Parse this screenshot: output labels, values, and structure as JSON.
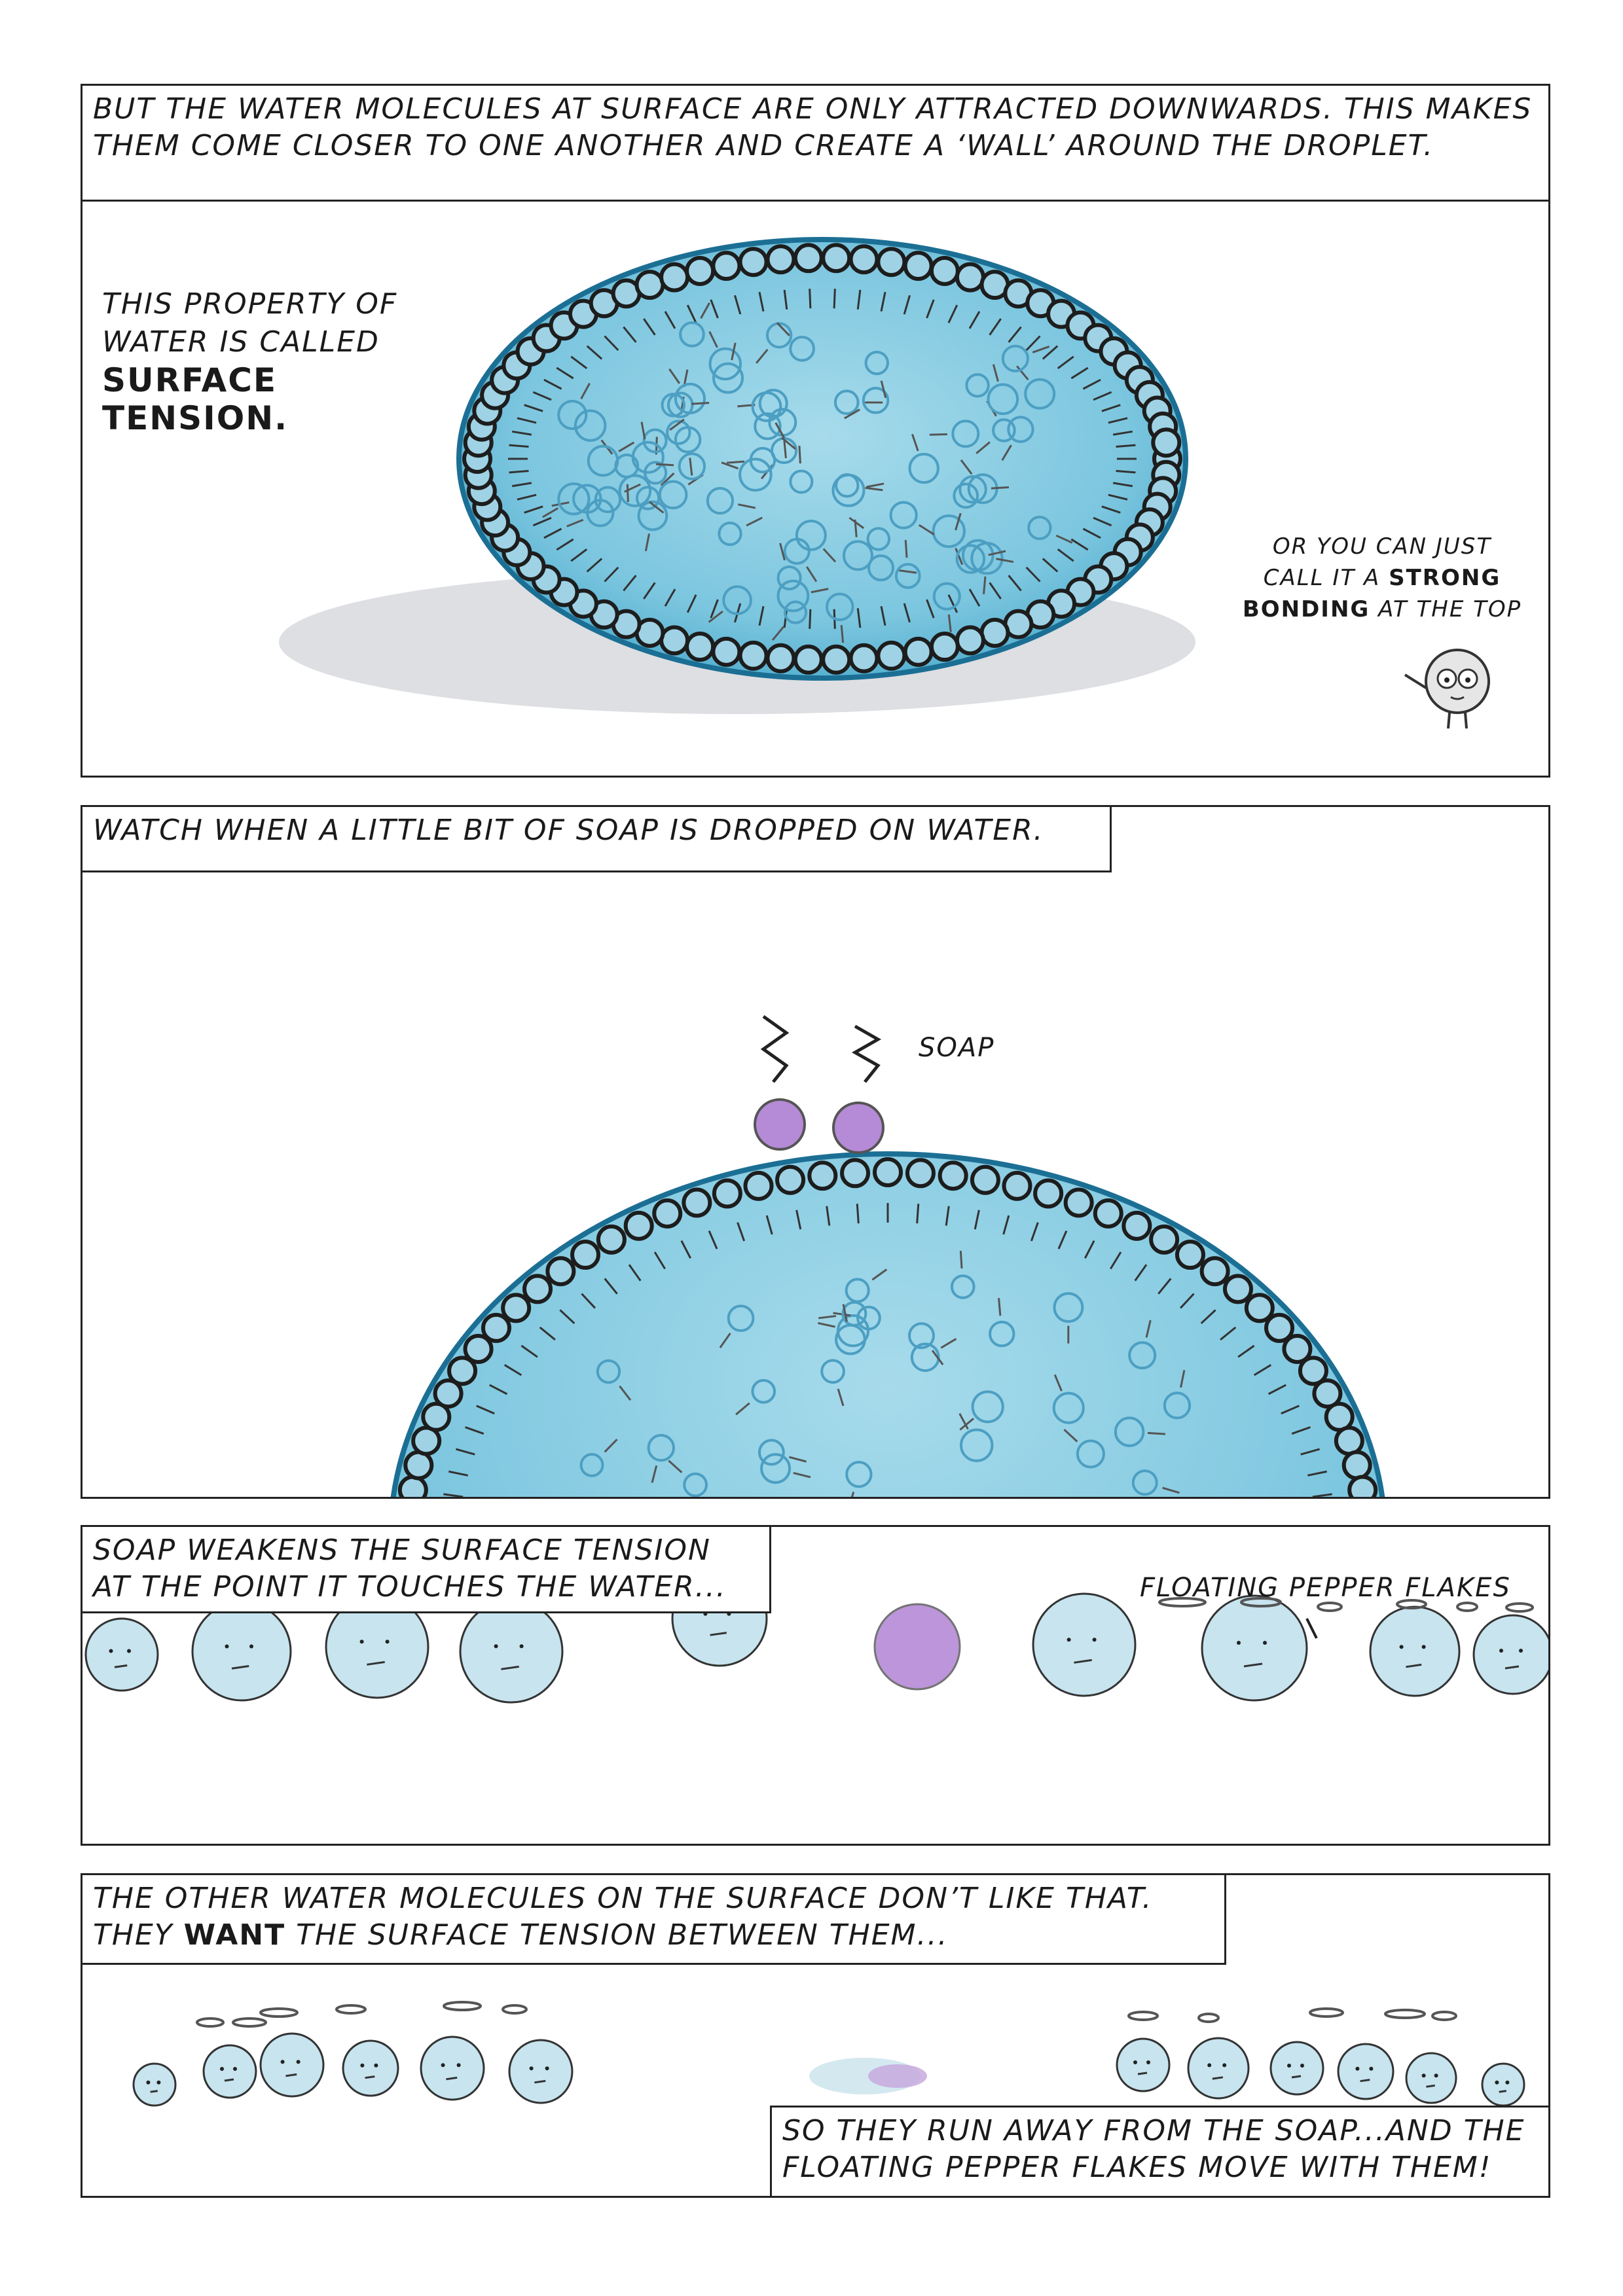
{
  "panels": [
    {
      "caption": "But the water molecules at surface are only attracted downwards. This makes them come closer to one another and create a ‘wall’ around the droplet.",
      "side_note": {
        "line1": "This property of",
        "line2": "water is called",
        "bold1": "SURFACE",
        "bold2": "TENSION."
      },
      "speech": {
        "line1": "Or you can just",
        "line2_prefix": "call it a",
        "line2_bold": "STRONG",
        "line3_bold": "BONDING",
        "line3_suffix": "at the top"
      }
    },
    {
      "caption": "Watch when a little bit of soap is dropped on water.",
      "label": "SOAP"
    },
    {
      "caption_line1": "Soap weakens the surface tension",
      "caption_line2": "at the point it touches the water...",
      "label": "Floating pepper flakes"
    },
    {
      "caption_line1": "The other water molecules on the surface don’t like that.",
      "caption_line2_prefix": "They",
      "caption_line2_bold": "WANT",
      "caption_line2_suffix": "the surface tension between them...",
      "bottom_caption_line1": "So they run away from the soap...and the",
      "bottom_caption_line2": "floating pepper flakes move with them!"
    }
  ],
  "colors": {
    "water_fill": "#62b9d6",
    "water_light": "#a7dbeb",
    "molecule_outline": "#1d1d1d",
    "soap": "#b58ad6",
    "shadow": "#cdd0d4"
  }
}
